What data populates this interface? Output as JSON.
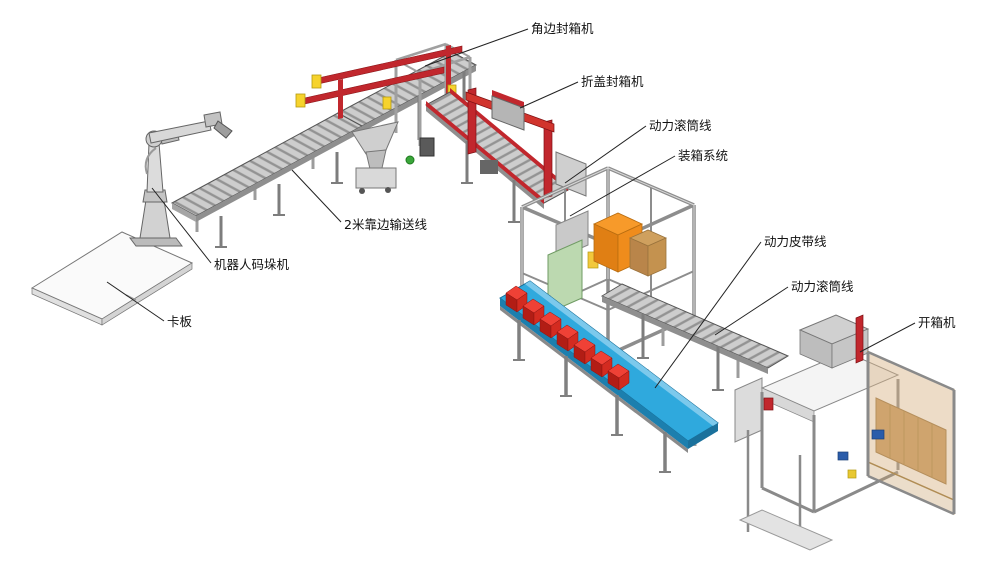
{
  "diagram": {
    "type": "isometric-equipment-layout",
    "background": "#ffffff"
  },
  "palette": {
    "machine_red": "#c1272d",
    "belt_blue": "#2fa9dd",
    "carton_orange": "#f79a2a",
    "green_panel": "#bcd9b0",
    "carton_tan": "#c89a5e",
    "box_red": "#ef4136",
    "frame_gray": "#8f8f8f",
    "accent_yellow": "#f6d32d"
  },
  "labels": [
    {
      "id": "corner-sealer",
      "text": "角边封箱机"
    },
    {
      "id": "flap-sealer",
      "text": "折盖封箱机"
    },
    {
      "id": "power-roller-line-1",
      "text": "动力滚筒线"
    },
    {
      "id": "packing-system",
      "text": "装箱系统"
    },
    {
      "id": "power-belt-line",
      "text": "动力皮带线"
    },
    {
      "id": "power-roller-line-2",
      "text": "动力滚筒线"
    },
    {
      "id": "box-erector",
      "text": "开箱机"
    },
    {
      "id": "edge-conveyor",
      "text": "2米靠边输送线"
    },
    {
      "id": "robot-palletizer",
      "text": "机器人码垛机"
    },
    {
      "id": "pallet",
      "text": "卡板"
    }
  ]
}
